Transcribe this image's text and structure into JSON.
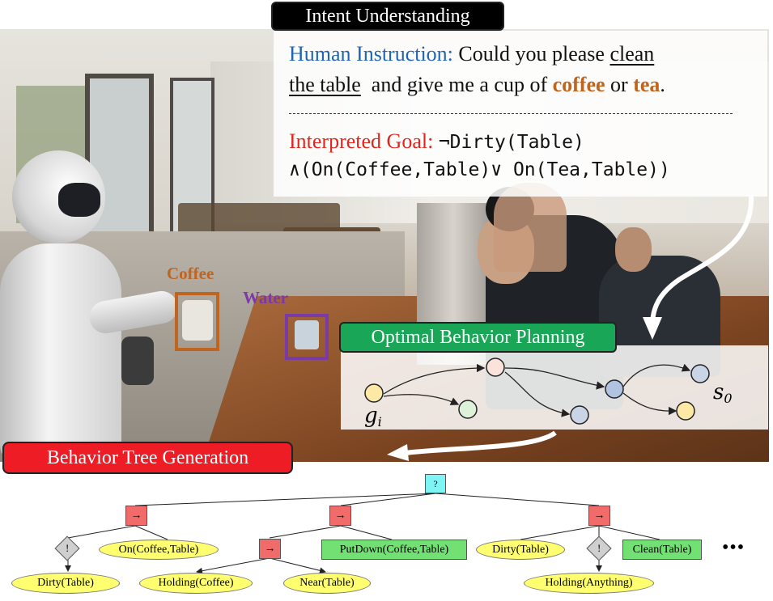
{
  "badges": {
    "intent": "Intent Understanding",
    "planning": "Optimal Behavior Planning",
    "bt": "Behavior Tree Generation"
  },
  "instruction": {
    "prefix": "Human Instruction:",
    "t1": " Could you please ",
    "clean": "clean",
    "the_table": "the table",
    "t2": "  and give me a cup of ",
    "coffee": "coffee",
    "or": " or ",
    "tea": "tea",
    "end": "."
  },
  "goal": {
    "prefix": "Interpreted Goal: ",
    "line1": "¬Dirty(Table)",
    "line2": "∧(On(Coffee,Table)∨ On(Tea,Table))"
  },
  "objects": {
    "coffee": "Coffee",
    "water": "Water",
    "coffee_color": "#c0651f",
    "water_color": "#7a3aa8"
  },
  "plan_graph": {
    "start_label": "g",
    "start_sub": "i",
    "end_label": "s",
    "end_sub": "0"
  },
  "tree": {
    "root": "?",
    "seq": "→",
    "dec": "!",
    "n_on_coffee": "On(Coffee,Table)",
    "n_dirty_1": "Dirty(Table)",
    "n_holding_coffee": "Holding(Coffee)",
    "n_near_table": "Near(Table)",
    "n_putdown": "PutDown(Coffee,Table)",
    "n_dirty_2": "Dirty(Table)",
    "n_holding_anything": "Holding(Anything)",
    "n_clean": "Clean(Table)",
    "more": "•••"
  },
  "colors": {
    "fallback": "#7ff4f4",
    "sequence": "#f26b6b",
    "condition": "#ffff70",
    "action": "#72e072",
    "decorator": "#cfcfcf"
  }
}
